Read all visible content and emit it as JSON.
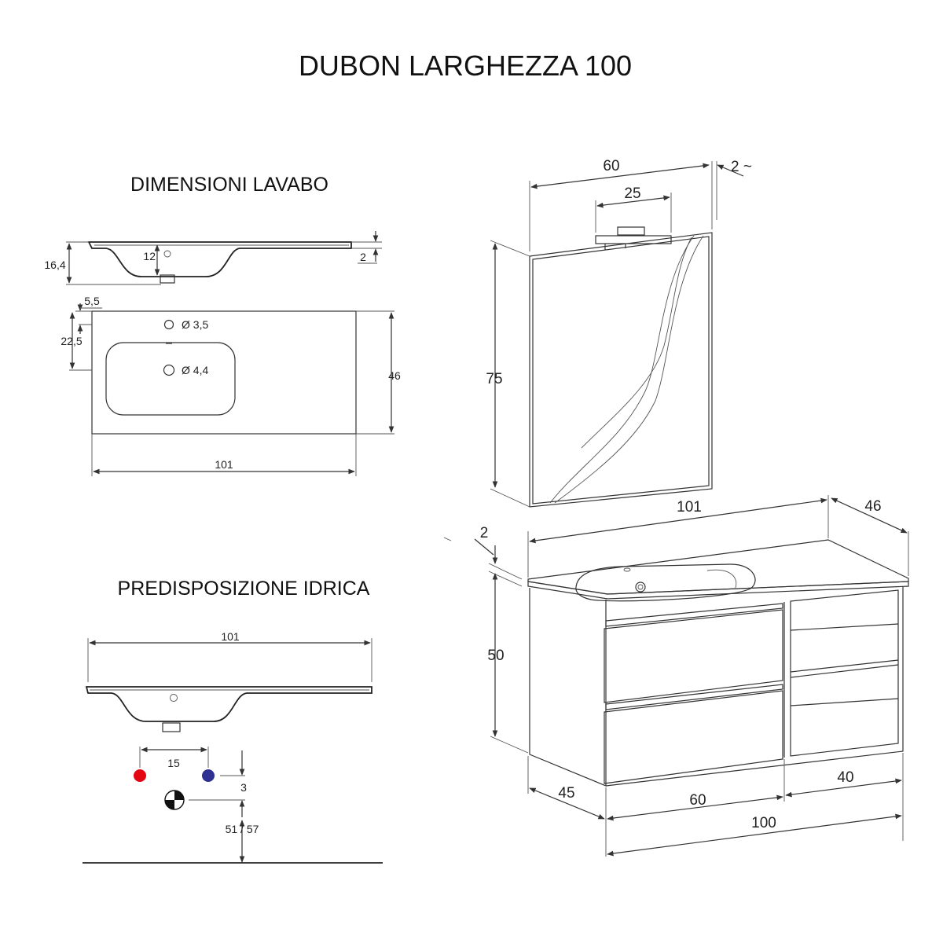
{
  "title": "DUBON LARGHEZZA 100",
  "basin": {
    "heading": "DIMENSIONI LAVABO",
    "side_height": "16,4",
    "bowl_depth": "12",
    "rim": "2",
    "hole_offset": "5,5",
    "hole_to_bowl": "22,5",
    "tap_hole": "Ø 3,5",
    "drain_hole": "Ø 4,4",
    "depth": "46",
    "width": "101"
  },
  "plumbing": {
    "heading": "PREDISPOSIZIONE IDRICA",
    "width": "101",
    "pipe_spacing": "15",
    "pipe_drop": "3",
    "drain_height": "51 / 57",
    "colors": {
      "hot": "#e30613",
      "cold": "#2e3192"
    }
  },
  "mirror": {
    "width": "60",
    "thickness": "2 ~",
    "lamp_width": "25",
    "height": "75"
  },
  "cabinet": {
    "top_width": "101",
    "top_depth": "46",
    "top_thickness": "2",
    "height": "50",
    "depth": "45",
    "drawer_width": "60",
    "shelf_width": "40",
    "total_width": "100"
  }
}
